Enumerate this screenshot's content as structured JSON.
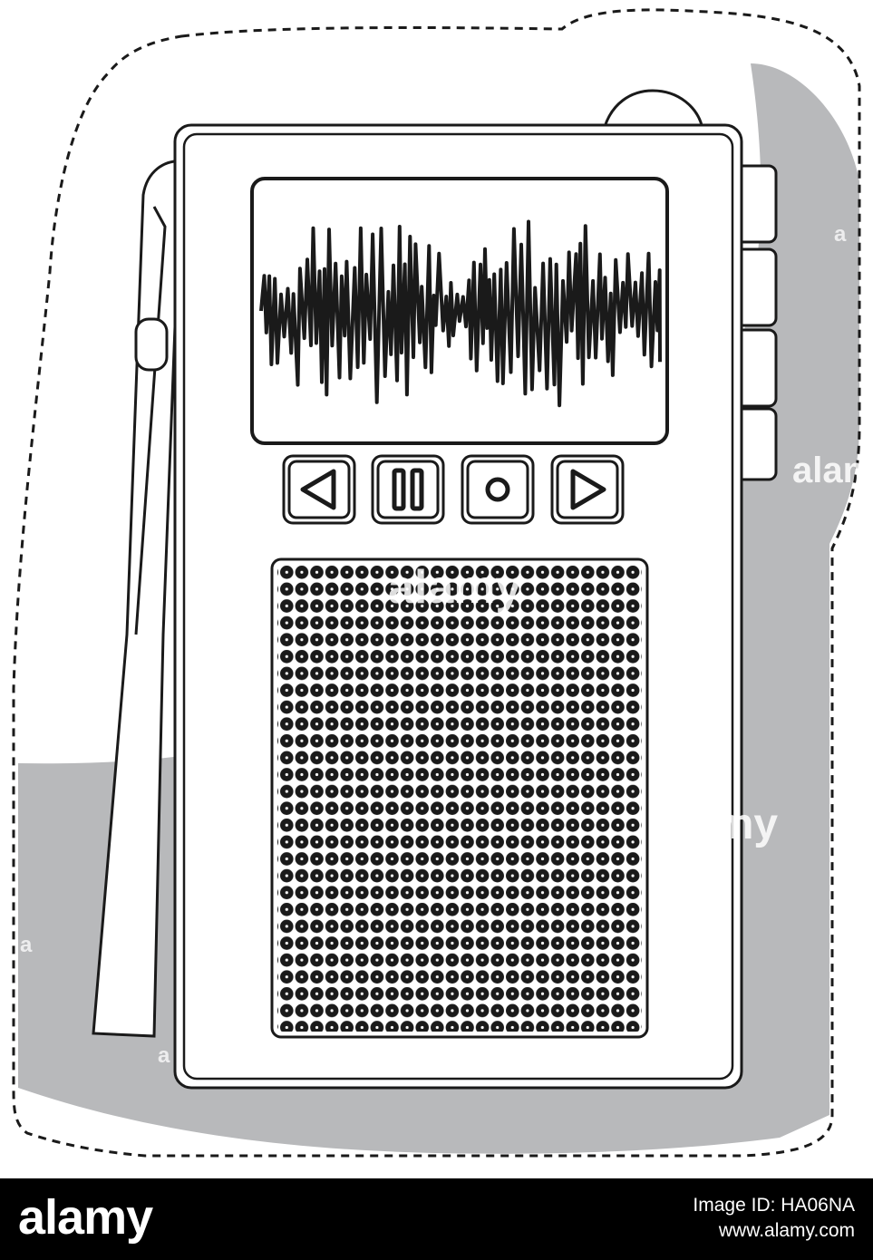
{
  "illustration": {
    "subject": "voice-recorder",
    "controls": [
      {
        "icon": "rewind-icon"
      },
      {
        "icon": "pause-icon"
      },
      {
        "icon": "record-icon"
      },
      {
        "icon": "play-icon"
      }
    ],
    "side_buttons": 4,
    "colors": {
      "outline": "#1a1a1a",
      "shadow": "#b8b9bb",
      "background": "#ffffff"
    }
  },
  "watermark": {
    "brand": "alamy",
    "brand_fragment": "a"
  },
  "footer": {
    "logo": "alamy",
    "image_id": "Image ID: HA06NA",
    "url": "www.alamy.com",
    "background": "#000000"
  }
}
